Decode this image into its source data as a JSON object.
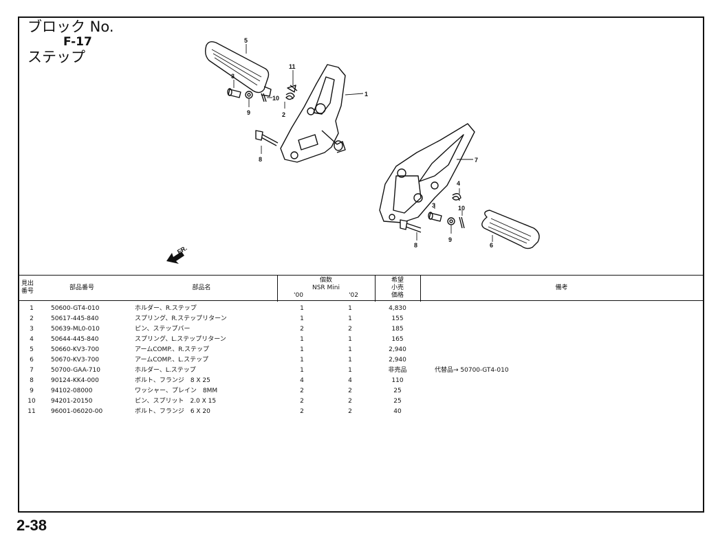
{
  "block": {
    "line1": "ブロック No.",
    "code": "F-17",
    "name": "ステップ"
  },
  "diagram": {
    "callouts": [
      "1",
      "2",
      "3",
      "5",
      "8",
      "9",
      "10",
      "11",
      "3",
      "4",
      "6",
      "7",
      "8",
      "9",
      "10"
    ],
    "front_label": "FR."
  },
  "table": {
    "headers": {
      "ref_line1": "見出",
      "ref_line2": "番号",
      "part_no": "部品番号",
      "part_name": "部品名",
      "qty_line1": "個数",
      "qty_line2": "NSR Mini",
      "qty_year1": "'00",
      "qty_year2": "'02",
      "price_line1": "希望",
      "price_line2": "小売",
      "price_line3": "価格",
      "remarks": "備考"
    },
    "rows": [
      {
        "ref": "1",
        "part_no": "50600-GT4-010",
        "name": "ホルダー、R.ステップ",
        "q1": "1",
        "q2": "1",
        "price": "4,830",
        "note": ""
      },
      {
        "ref": "2",
        "part_no": "50617-445-840",
        "name": "スプリング、R.ステップリターン",
        "q1": "1",
        "q2": "1",
        "price": "155",
        "note": ""
      },
      {
        "ref": "3",
        "part_no": "50639-ML0-010",
        "name": "ピン、ステップバー",
        "q1": "2",
        "q2": "2",
        "price": "185",
        "note": ""
      },
      {
        "ref": "4",
        "part_no": "50644-445-840",
        "name": "スプリング、L.ステップリターン",
        "q1": "1",
        "q2": "1",
        "price": "165",
        "note": ""
      },
      {
        "ref": "5",
        "part_no": "50660-KV3-700",
        "name": "アームCOMP.、R.ステップ",
        "q1": "1",
        "q2": "1",
        "price": "2,940",
        "note": ""
      },
      {
        "ref": "6",
        "part_no": "50670-KV3-700",
        "name": "アームCOMP.、L.ステップ",
        "q1": "1",
        "q2": "1",
        "price": "2,940",
        "note": ""
      },
      {
        "ref": "7",
        "part_no": "50700-GAA-710",
        "name": "ホルダー、L.ステップ",
        "q1": "1",
        "q2": "1",
        "price": "非売品",
        "note": "代替品→ 50700-GT4-010"
      },
      {
        "ref": "8",
        "part_no": "90124-KK4-000",
        "name": "ボルト、フランジ　8 X 25",
        "q1": "4",
        "q2": "4",
        "price": "110",
        "note": ""
      },
      {
        "ref": "9",
        "part_no": "94102-08000",
        "name": "ワッシャー、プレイン　8MM",
        "q1": "2",
        "q2": "2",
        "price": "25",
        "note": ""
      },
      {
        "ref": "10",
        "part_no": "94201-20150",
        "name": "ピン、スプリット　2.0 X 15",
        "q1": "2",
        "q2": "2",
        "price": "25",
        "note": ""
      },
      {
        "ref": "11",
        "part_no": "96001-06020-00",
        "name": "ボルト、フランジ　6 X 20",
        "q1": "2",
        "q2": "2",
        "price": "40",
        "note": ""
      }
    ]
  },
  "page_number": "2-38"
}
